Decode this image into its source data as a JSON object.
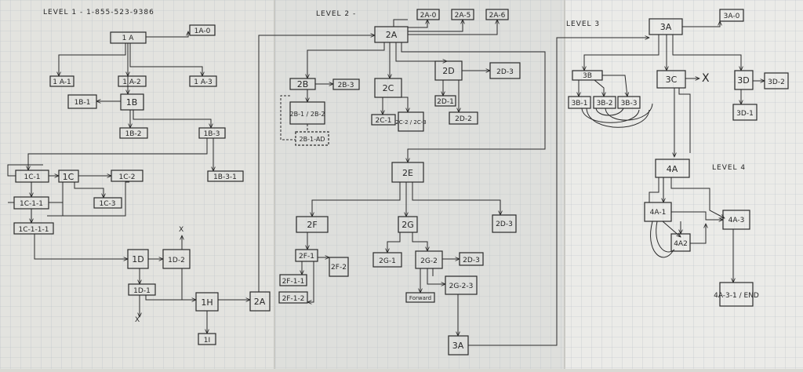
{
  "level1_title": "LEVEL 1 - 1-855-523-9386",
  "level2_title": "LEVEL 2 -",
  "level3_title": "LEVEL 3",
  "level4_title": "LEVEL 4",
  "cross_mark": "X",
  "colors": {
    "paper_left": "#e3e3df",
    "paper_mid": "#dedfdc",
    "paper_right": "#ebebe8",
    "grid": "#b9c0c6",
    "ink": "#2a2a2a"
  },
  "nodes": [
    {
      "id": "1A",
      "label": "1 A"
    },
    {
      "id": "1A-0",
      "label": "1A-0"
    },
    {
      "id": "1A-1",
      "label": "1 A-1"
    },
    {
      "id": "1A-2",
      "label": "1 A-2"
    },
    {
      "id": "1A-3",
      "label": "1 A-3"
    },
    {
      "id": "1B",
      "label": "1B"
    },
    {
      "id": "1B-1",
      "label": "1B-1"
    },
    {
      "id": "1B-2",
      "label": "1B-2"
    },
    {
      "id": "1B-3",
      "label": "1B-3"
    },
    {
      "id": "1B-3-1",
      "label": "1B-3-1"
    },
    {
      "id": "1C",
      "label": "1C"
    },
    {
      "id": "1C-1",
      "label": "1C-1"
    },
    {
      "id": "1C-2",
      "label": "1C-2"
    },
    {
      "id": "1C-3",
      "label": "1C-3"
    },
    {
      "id": "1C-1-1",
      "label": "1C-1-1"
    },
    {
      "id": "1C-1-1-1",
      "label": "1C-1-1-1"
    },
    {
      "id": "1D",
      "label": "1D"
    },
    {
      "id": "1D-1",
      "label": "1D-1"
    },
    {
      "id": "1D-2",
      "label": "1D-2"
    },
    {
      "id": "1H",
      "label": "1H"
    },
    {
      "id": "1I",
      "label": "1I"
    },
    {
      "id": "2A-link",
      "label": "2A"
    },
    {
      "id": "2A",
      "label": "2A"
    },
    {
      "id": "2A-0",
      "label": "2A-0"
    },
    {
      "id": "2A-5",
      "label": "2A-5"
    },
    {
      "id": "2A-6",
      "label": "2A-6"
    },
    {
      "id": "2B",
      "label": "2B"
    },
    {
      "id": "2B-3",
      "label": "2B-3"
    },
    {
      "id": "2B-1-2",
      "label": "2B-1 / 2B-2"
    },
    {
      "id": "2B-1-AD",
      "label": "2B-1-AD"
    },
    {
      "id": "2C",
      "label": "2C"
    },
    {
      "id": "2C-1",
      "label": "2C-1"
    },
    {
      "id": "2C-2-3",
      "label": "2C-2 / 2C-3"
    },
    {
      "id": "2D",
      "label": "2D"
    },
    {
      "id": "2D-1",
      "label": "2D-1"
    },
    {
      "id": "2D-2",
      "label": "2D-2"
    },
    {
      "id": "2D-3",
      "label": "2D-3"
    },
    {
      "id": "2E",
      "label": "2E"
    },
    {
      "id": "2F",
      "label": "2F"
    },
    {
      "id": "2F-1",
      "label": "2F-1"
    },
    {
      "id": "2F-2",
      "label": "2F-2"
    },
    {
      "id": "2F-1-1",
      "label": "2F-1-1"
    },
    {
      "id": "2F-1-2",
      "label": "2F-1-2"
    },
    {
      "id": "2G",
      "label": "2G"
    },
    {
      "id": "2G-1",
      "label": "2G-1"
    },
    {
      "id": "2G-2",
      "label": "2G-2"
    },
    {
      "id": "2G-2-3",
      "label": "2G-2-3"
    },
    {
      "id": "Forward",
      "label": "Forward"
    },
    {
      "id": "3A-link",
      "label": "3A"
    },
    {
      "id": "3A",
      "label": "3A"
    },
    {
      "id": "3A-0",
      "label": "3A-0"
    },
    {
      "id": "3B",
      "label": "3B"
    },
    {
      "id": "3B-1",
      "label": "3B-1"
    },
    {
      "id": "3B-2",
      "label": "3B-2"
    },
    {
      "id": "3B-3",
      "label": "3B-3"
    },
    {
      "id": "3C",
      "label": "3C"
    },
    {
      "id": "3D",
      "label": "3D"
    },
    {
      "id": "3D-1",
      "label": "3D-1"
    },
    {
      "id": "3D-2",
      "label": "3D-2"
    },
    {
      "id": "4A",
      "label": "4A"
    },
    {
      "id": "4A-1",
      "label": "4A-1"
    },
    {
      "id": "4A-2",
      "label": "4A2"
    },
    {
      "id": "4A-3",
      "label": "4A-3"
    },
    {
      "id": "4A-3-1",
      "label": "4A-3-1 / END"
    }
  ]
}
